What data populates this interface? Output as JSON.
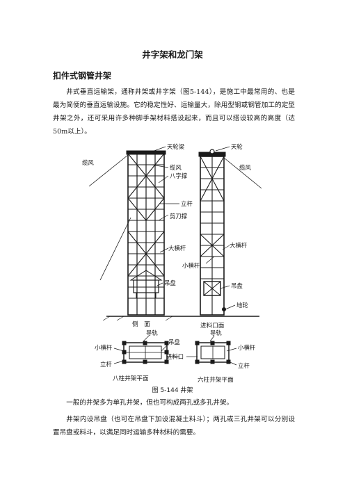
{
  "document": {
    "title": "井字架和龙门架",
    "section_heading": "扣件式钢管井架",
    "paragraphs": [
      "井式垂直运输架，通称井架或井字架（图5-144），是施工中最常用的、也是最为简便的垂直运输设施。它的稳定性好、运输量大，除用型钢或钢管加工的定型井架之外，还可采用许多种脚手架材料搭设起来，而且可以搭设较高的高度（达50m以上）。",
      "一般的井架多为单孔井架，但也可构成两孔或多孔井架。",
      "井架内设吊盘（也可在吊盘下加设混凝土料斗）；两孔或三孔井架可以分别设置吊盘或料斗，以满足同时运输多种材料的需要。"
    ],
    "figure": {
      "caption": "图 5-144  井架",
      "labels": {
        "tianlunliang": "天轮梁",
        "tianlun": "天轮",
        "lanfeng_left": "缆风",
        "lanfeng_mid": "缆风",
        "lanfeng_right": "缆风",
        "bazicheng": "八字撑",
        "ligan": "立杆",
        "jiandaocheng": "剪刀撑",
        "dahenggan_left": "大横杆",
        "dahenggan_right": "大横杆",
        "xiaohenggan_mid": "小横杆",
        "diaopan_left": "吊盘",
        "diaopan_right": "吊盘",
        "dilun": "地轮",
        "cemian": "侧　面",
        "jinliaokoumian": "进料口面",
        "daogui_left": "导轨",
        "daogui_right": "导轨",
        "xiaohenggan_plan_left": "小横杆",
        "xiaohenggan_plan_right": "小横杆",
        "diaopan_plan": "吊盘",
        "jinliaokou": "进料口",
        "ligan_plan_left": "立杆",
        "ligan_plan_right": "立杆",
        "bazhu": "八柱井架平面",
        "liuzhu": "六柱井架平面"
      }
    }
  }
}
